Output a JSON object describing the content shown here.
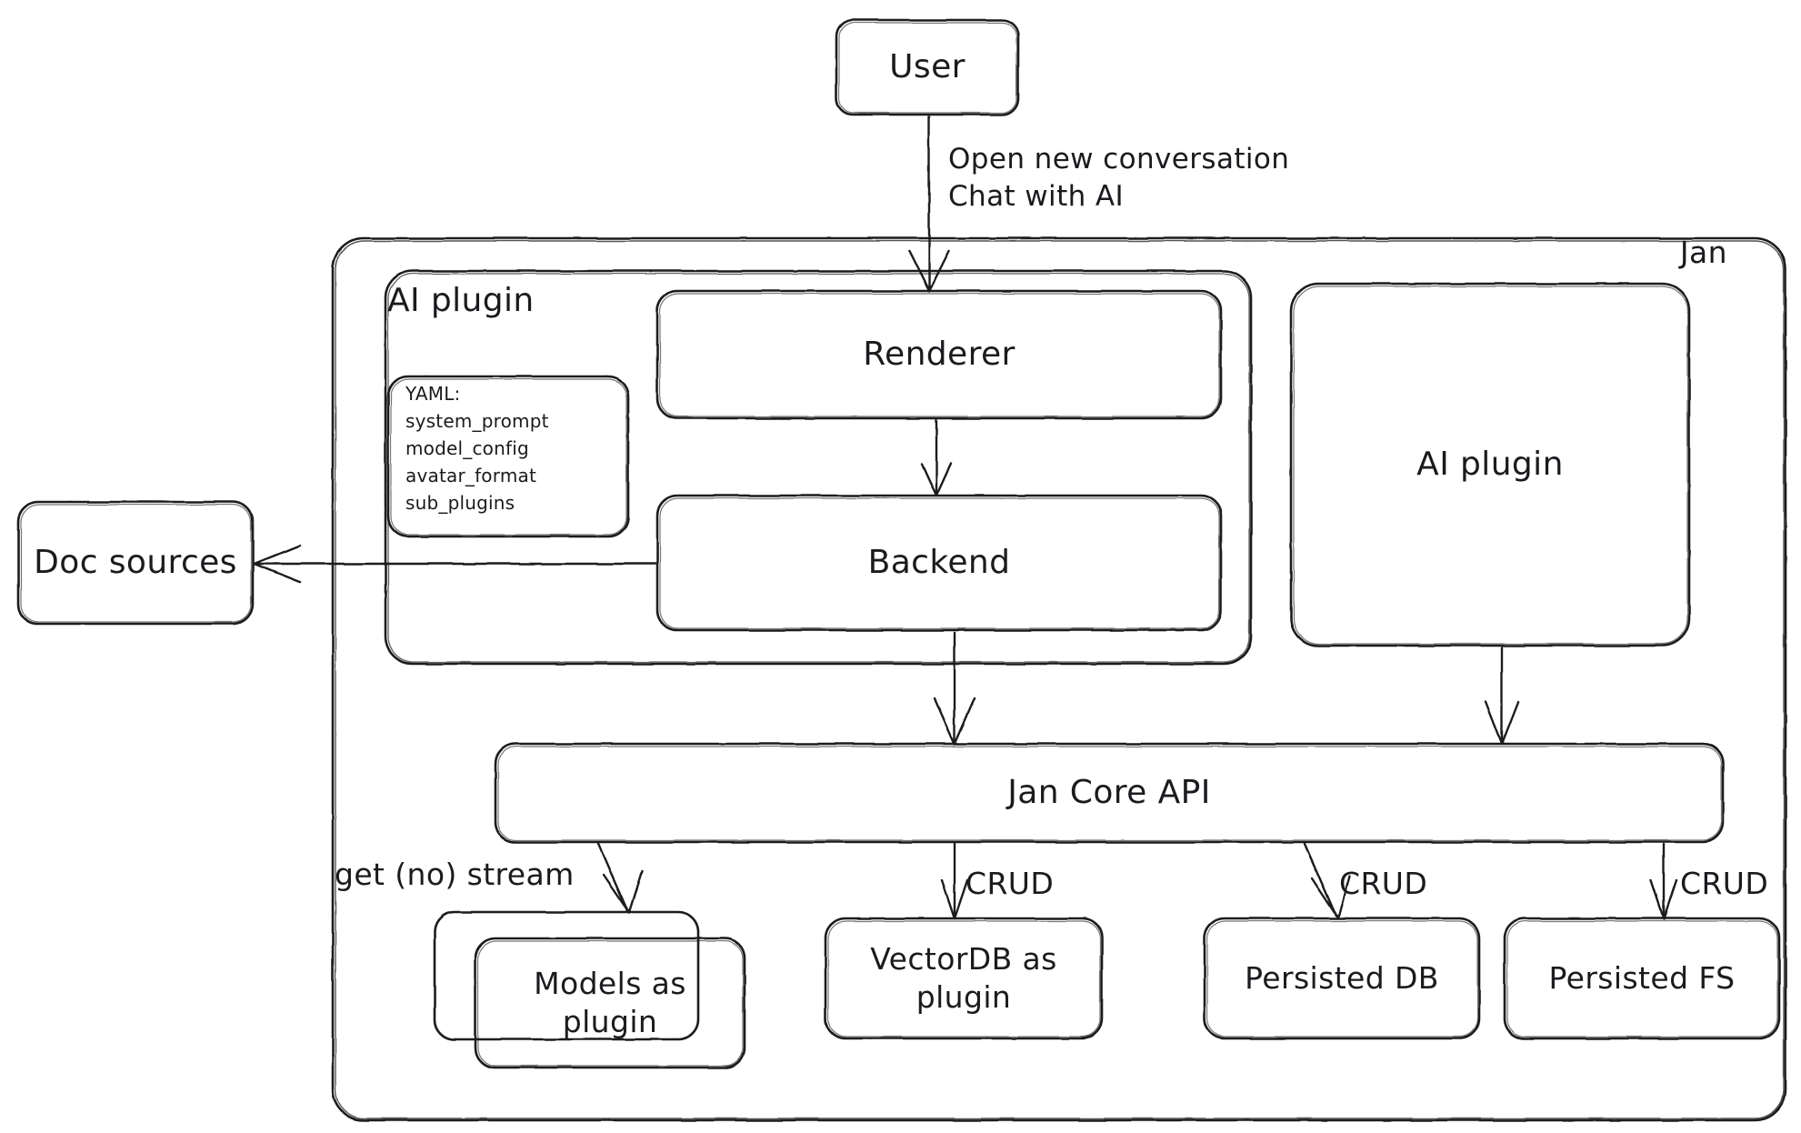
{
  "diagram": {
    "title": "Jan architecture diagram",
    "style": "hand-drawn",
    "stroke_color": "#1b1b1f",
    "background_color": "#ffffff"
  },
  "groups": {
    "jan": {
      "label": "Jan"
    },
    "ai_plugin_group": {
      "label": "AI plugin"
    }
  },
  "nodes": {
    "user": {
      "label": "User"
    },
    "renderer": {
      "label": "Renderer"
    },
    "backend": {
      "label": "Backend"
    },
    "ai_plugin": {
      "label": "AI plugin"
    },
    "doc_sources": {
      "label": "Doc sources"
    },
    "jan_core_api": {
      "label": "Jan Core API"
    },
    "models_as_plugin": {
      "label": "Models as\nplugin"
    },
    "vectordb_as_plugin": {
      "label": "VectorDB as\nplugin"
    },
    "persisted_db": {
      "label": "Persisted DB"
    },
    "persisted_fs": {
      "label": "Persisted FS"
    }
  },
  "yaml_card": {
    "heading": "YAML:",
    "items": [
      "system_prompt",
      "model_config",
      "avatar_format",
      "sub_plugins"
    ],
    "text": "YAML:\nsystem_prompt\nmodel_config\navatar_format\nsub_plugins"
  },
  "edge_labels": {
    "user_to_renderer": "Open new conversation\nChat with AI",
    "api_to_models": "get (no) stream",
    "api_to_vectordb": "CRUD",
    "api_to_persisted_db": "CRUD",
    "api_to_persisted_fs": "CRUD"
  },
  "edges": [
    {
      "from": "user",
      "to": "renderer",
      "label": "Open new conversation\nChat with AI"
    },
    {
      "from": "renderer",
      "to": "backend",
      "label": ""
    },
    {
      "from": "backend",
      "to": "doc_sources",
      "label": ""
    },
    {
      "from": "backend",
      "to": "jan_core_api",
      "label": ""
    },
    {
      "from": "ai_plugin",
      "to": "jan_core_api",
      "label": ""
    },
    {
      "from": "jan_core_api",
      "to": "models_as_plugin",
      "label": "get (no) stream"
    },
    {
      "from": "jan_core_api",
      "to": "vectordb_as_plugin",
      "label": "CRUD"
    },
    {
      "from": "jan_core_api",
      "to": "persisted_db",
      "label": "CRUD"
    },
    {
      "from": "jan_core_api",
      "to": "persisted_fs",
      "label": "CRUD"
    }
  ]
}
